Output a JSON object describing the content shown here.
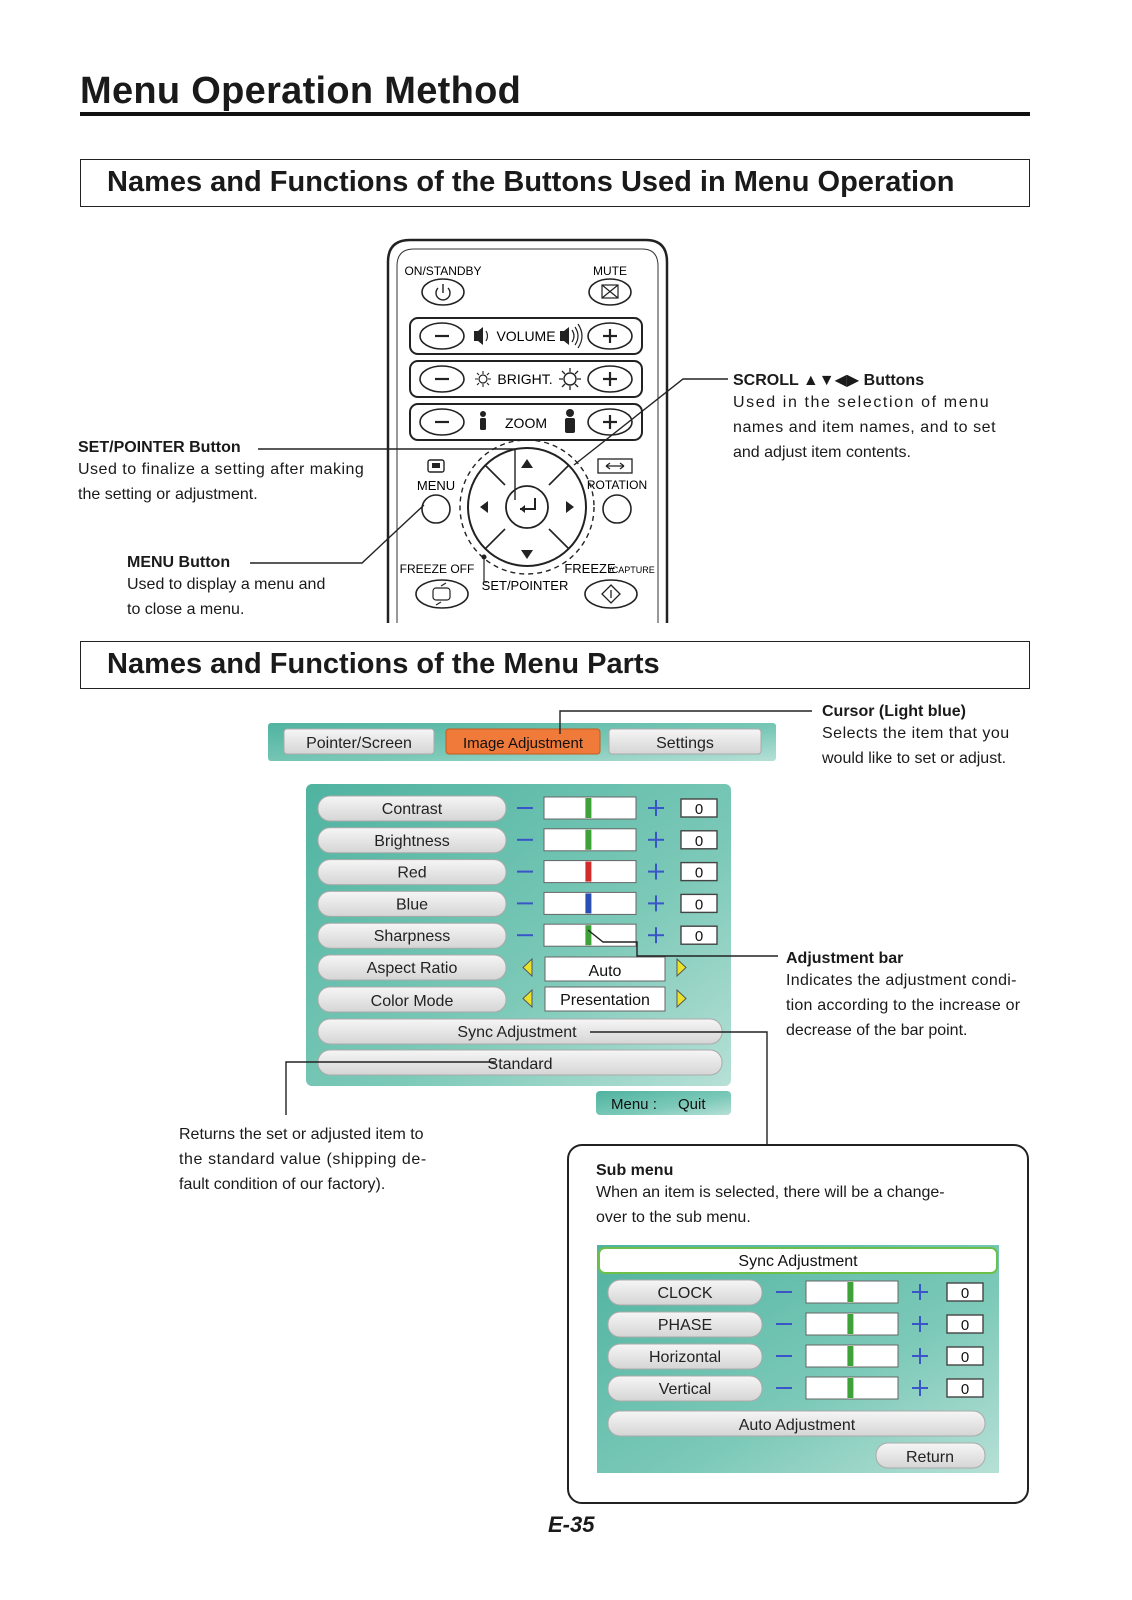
{
  "page": {
    "title": "Menu Operation Method",
    "section1_title": "Names and Functions of the Buttons Used in Menu Operation",
    "section2_title": "Names and Functions of the Menu Parts",
    "page_number": "E-35"
  },
  "remote": {
    "on_standby": "ON/STANDBY",
    "mute": "MUTE",
    "volume": "VOLUME",
    "bright": "BRIGHT.",
    "zoom": "ZOOM",
    "menu": "MENU",
    "rotation": "ROTATION",
    "freeze_off": "FREEZE OFF",
    "freeze": "FREEZE",
    "capture": "/CAPTURE",
    "set_pointer": "SET/POINTER"
  },
  "callouts": {
    "scroll": {
      "title": "SCROLL ▲▼◀▶ Buttons",
      "lines": [
        "Used in the selection of menu",
        "names and item names, and to set",
        "and adjust item contents."
      ]
    },
    "set_pointer": {
      "title": "SET/POINTER Button",
      "lines": [
        "Used to finalize a setting after making",
        "the setting or adjustment."
      ]
    },
    "menu_button": {
      "title": "MENU Button",
      "lines": [
        "Used to display a menu and",
        "to close a menu."
      ]
    },
    "cursor": {
      "title": "Cursor (Light blue)",
      "lines": [
        "Selects the item that you",
        "would like to set or adjust."
      ]
    },
    "adjustment_bar": {
      "title": "Adjustment bar",
      "lines": [
        "Indicates the adjustment condi-",
        "tion according to the increase or",
        "decrease of the bar point."
      ]
    },
    "standard": {
      "lines": [
        "Returns the set or adjusted item to",
        "the standard value (shipping de-",
        "fault condition of our factory)."
      ]
    },
    "sub_menu": {
      "title": "Sub menu",
      "lines": [
        "When an item is selected, there will be a change-",
        "over to the sub menu."
      ]
    }
  },
  "menu": {
    "tabs": [
      "Pointer/Screen",
      "Image Adjustment",
      "Settings"
    ],
    "active_tab": "Image Adjustment",
    "rows": [
      {
        "label": "Contrast",
        "value": "0",
        "bar_color": "#3ea23a"
      },
      {
        "label": "Brightness",
        "value": "0",
        "bar_color": "#3ea23a"
      },
      {
        "label": "Red",
        "value": "0",
        "bar_color": "#d22b2b"
      },
      {
        "label": "Blue",
        "value": "0",
        "bar_color": "#2a4fb0"
      },
      {
        "label": "Sharpness",
        "value": "0",
        "bar_color": "#3ea23a"
      }
    ],
    "aspect_ratio": {
      "label": "Aspect Ratio",
      "value": "Auto"
    },
    "color_mode": {
      "label": "Color Mode",
      "value": "Presentation"
    },
    "sync_adjustment": "Sync Adjustment",
    "standard": "Standard",
    "menu_quit": {
      "key": "Menu :",
      "action": "Quit"
    }
  },
  "sub_menu": {
    "title": "Sync Adjustment",
    "rows": [
      {
        "label": "CLOCK",
        "value": "0"
      },
      {
        "label": "PHASE",
        "value": "0"
      },
      {
        "label": "Horizontal",
        "value": "0"
      },
      {
        "label": "Vertical",
        "value": "0"
      }
    ],
    "auto_adjustment": "Auto Adjustment",
    "return": "Return"
  },
  "colors": {
    "menu_teal": "#5bb8a6",
    "active_tab_orange": "#f07a3a",
    "button_gray": "#e4e4e4",
    "submenu_title_border": "#6cc04a"
  },
  "icons": [
    "power-icon",
    "mute-icon",
    "volume-low-icon",
    "volume-high-icon",
    "sun-small-icon",
    "sun-large-icon",
    "person-small-icon",
    "person-large-icon",
    "menu-icon",
    "rotation-icon",
    "arrow-up-icon",
    "arrow-down-icon",
    "arrow-left-icon",
    "arrow-right-icon",
    "enter-icon",
    "freeze-off-icon",
    "freeze-capture-icon"
  ]
}
